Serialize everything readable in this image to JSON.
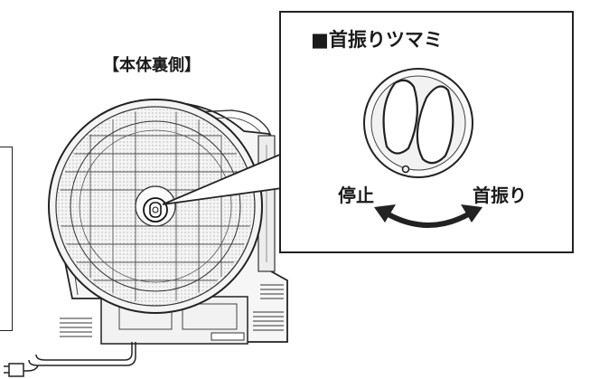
{
  "rear_view": {
    "label": "【本体裏側】"
  },
  "callout": {
    "title": "■首振りツマミ",
    "stop_label": "停止",
    "oscillate_label": "首振り"
  }
}
